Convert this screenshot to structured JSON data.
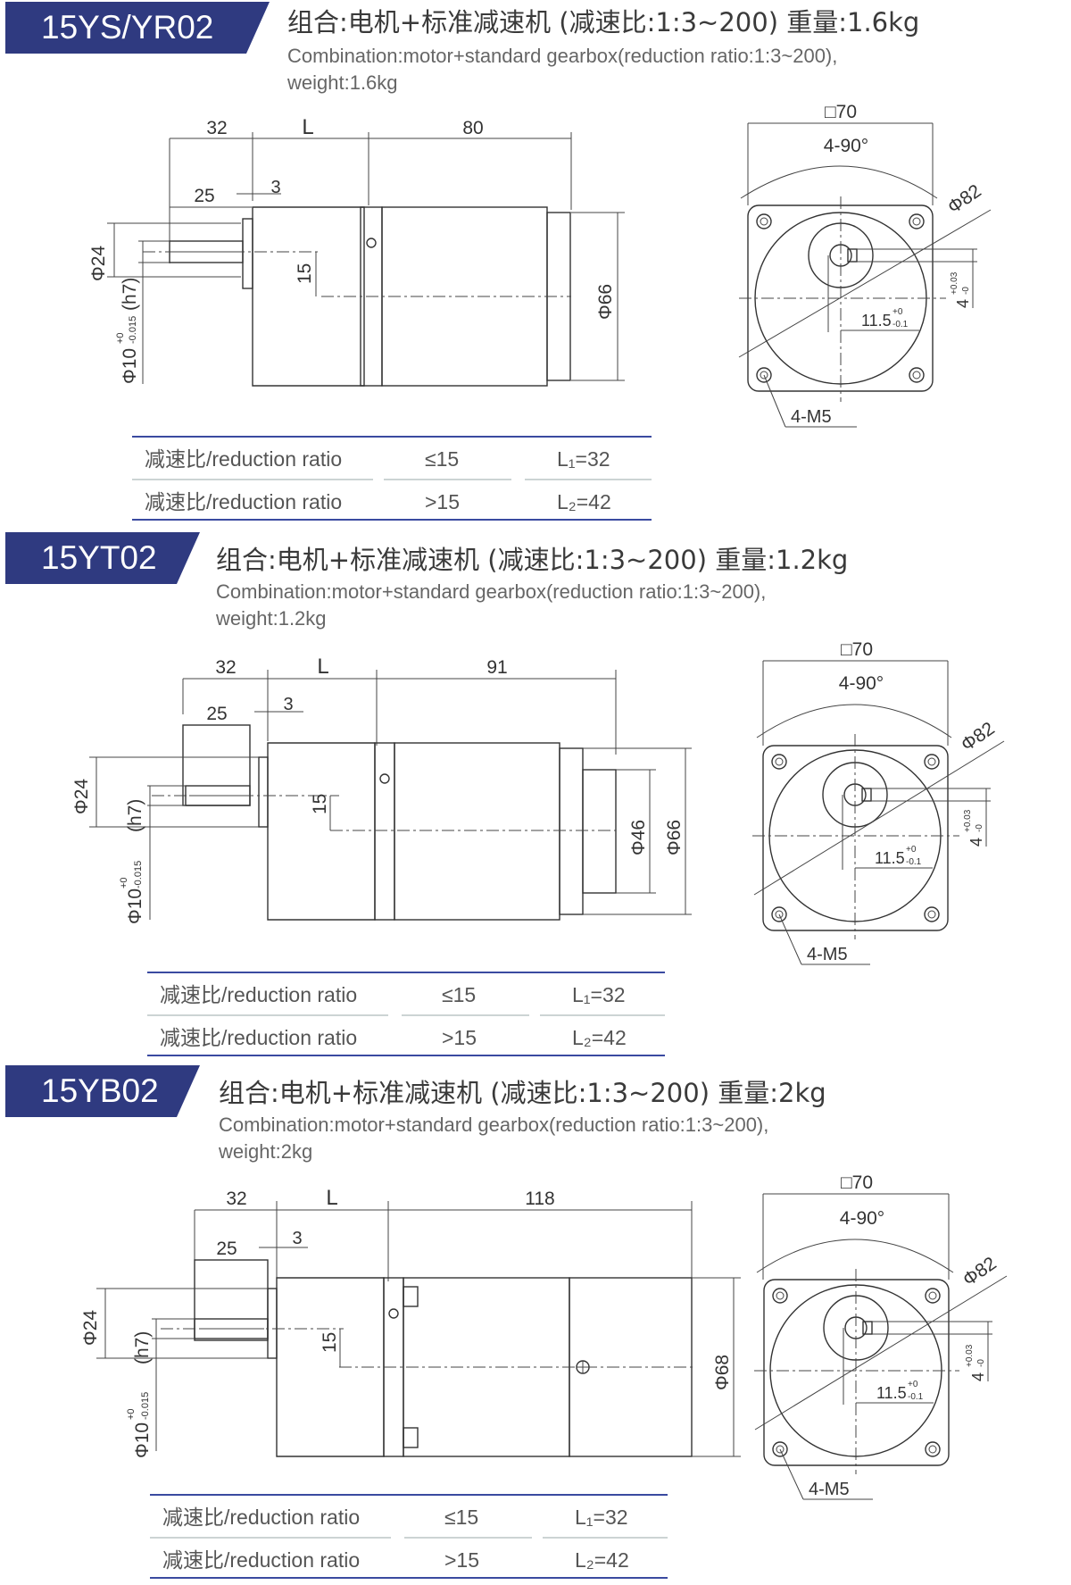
{
  "sections": [
    {
      "model": "15YS/YR02",
      "title_cn": "组合:电机+标准减速机 (减速比:1:3~200) 重量:1.6kg",
      "title_en_1": "Combination:motor+standard gearbox(reduction ratio:1:3~200),",
      "title_en_2": "weight:1.6kg",
      "dims": {
        "d32": "32",
        "dL": "L",
        "dlen": "80",
        "d25": "25",
        "d3": "3",
        "d15": "15",
        "phi24": "Φ24",
        "phi10": "Φ10",
        "tol10a": "+0",
        "tol10b": "-0.015",
        "h7": "(h7)",
        "phiA": "Φ66",
        "phiB": ""
      },
      "flange": {
        "sq": "□70",
        "ang": "4-90°",
        "phi82": "Φ82",
        "key": "11.5",
        "keytol1": "+0",
        "keytol2": "-0.1",
        "w4": "4",
        "w4tol1": "+0.03",
        "w4tol2": "-0",
        "holes": "4-M5"
      },
      "table": [
        {
          "label": "减速比/reduction ratio",
          "cond": "≤15",
          "value": "L₁=32"
        },
        {
          "label": "减速比/reduction ratio",
          "cond": ">15",
          "value": "L₂=42"
        }
      ]
    },
    {
      "model": "15YT02",
      "title_cn": "组合:电机+标准减速机 (减速比:1:3~200) 重量:1.2kg",
      "title_en_1": "Combination:motor+standard gearbox(reduction ratio:1:3~200),",
      "title_en_2": "weight:1.2kg",
      "dims": {
        "d32": "32",
        "dL": "L",
        "dlen": "91",
        "d25": "25",
        "d3": "3",
        "d15": "15",
        "phi24": "Φ24",
        "phi10": "Φ10",
        "tol10a": "+0",
        "tol10b": "-0.015",
        "h7": "(h7)",
        "phiA": "Φ66",
        "phiB": "Φ46"
      },
      "flange": {
        "sq": "□70",
        "ang": "4-90°",
        "phi82": "Φ82",
        "key": "11.5",
        "keytol1": "+0",
        "keytol2": "-0.1",
        "w4": "4",
        "w4tol1": "+0.03",
        "w4tol2": "-0",
        "holes": "4-M5"
      },
      "table": [
        {
          "label": "减速比/reduction ratio",
          "cond": "≤15",
          "value": "L₁=32"
        },
        {
          "label": "减速比/reduction ratio",
          "cond": ">15",
          "value": "L₂=42"
        }
      ]
    },
    {
      "model": "15YB02",
      "title_cn": "组合:电机+标准减速机 (减速比:1:3~200) 重量:2kg",
      "title_en_1": "Combination:motor+standard gearbox(reduction ratio:1:3~200),",
      "title_en_2": "weight:2kg",
      "dims": {
        "d32": "32",
        "dL": "L",
        "dlen": "118",
        "d25": "25",
        "d3": "3",
        "d15": "15",
        "phi24": "Φ24",
        "phi10": "Φ10",
        "tol10a": "+0",
        "tol10b": "-0.015",
        "h7": "(h7)",
        "phiA": "Φ68",
        "phiB": ""
      },
      "flange": {
        "sq": "□70",
        "ang": "4-90°",
        "phi82": "Φ82",
        "key": "11.5",
        "keytol1": "+0",
        "keytol2": "-0.1",
        "w4": "4",
        "w4tol1": "+0.03",
        "w4tol2": "-0",
        "holes": "4-M5"
      },
      "table": [
        {
          "label": "减速比/reduction ratio",
          "cond": "≤15",
          "value": "L₁=32"
        },
        {
          "label": "减速比/reduction ratio",
          "cond": ">15",
          "value": "L₂=42"
        }
      ]
    }
  ],
  "colors": {
    "tag_bg": "#2f3a80",
    "table_rule": "#3a4aa0",
    "line": "#333333"
  }
}
